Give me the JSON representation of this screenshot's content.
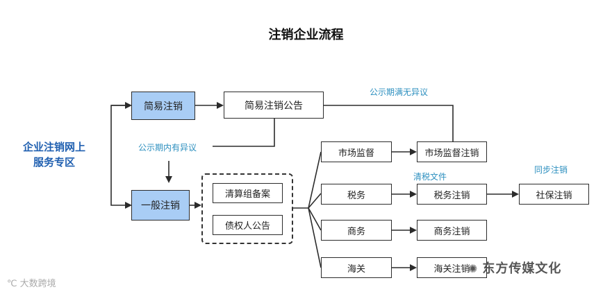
{
  "title": "注销企业流程",
  "entry": {
    "line1": "企业注销网上",
    "line2": "服务专区"
  },
  "nodes": {
    "simple_cancel": "简易注销",
    "simple_notice": "简易注销公告",
    "general_cancel": "一般注销",
    "liquidation_filing": "清算组备案",
    "creditor_notice": "债权人公告",
    "market_supervision": "市场监督",
    "tax": "税务",
    "commerce": "商务",
    "customs": "海关",
    "market_cancel": "市场监督注销",
    "tax_cancel": "税务注销",
    "commerce_cancel": "商务注销",
    "customs_cancel": "海关注销",
    "social_cancel": "社保注销"
  },
  "notes": {
    "no_objection": "公示期满无异议",
    "objection": "公示期内有异议",
    "tax_clearance": "清税文件",
    "sync_cancel": "同步注销"
  },
  "watermarks": {
    "right": "东方传媒文化",
    "left": "大数跨境"
  },
  "colors": {
    "highlight_box": "#a9cdf5",
    "note_text": "#2c8fbf",
    "entry_text": "#1f5fb0",
    "line": "#2b2b2b"
  }
}
